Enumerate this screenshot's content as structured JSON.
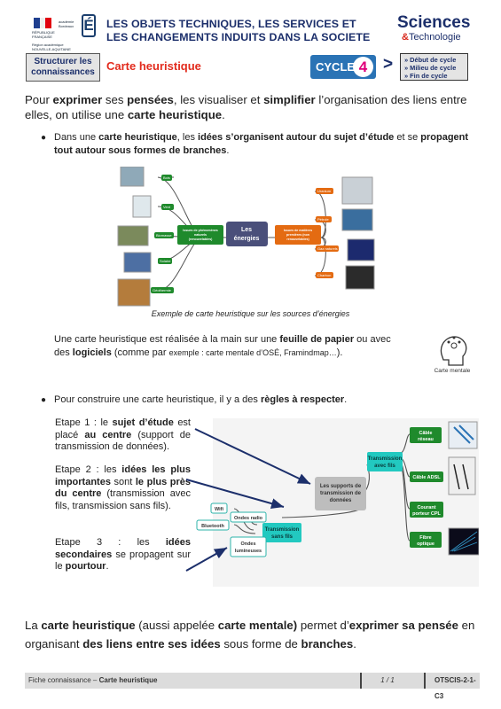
{
  "header": {
    "republic_lines": [
      "RÉPUBLIQUE",
      "FRANÇAISE"
    ],
    "academy_lines": [
      "académie",
      "Bordeaux"
    ],
    "region_lines": [
      "Région académique",
      "NOUVELLE-AQUITAINE"
    ],
    "title_line1": "LES OBJETS TECHNIQUES, LES SERVICES ET",
    "title_line2": "LES CHANGEMENTS INDUITS DANS LA SOCIETE",
    "brand_line1": "Sciences",
    "brand_amp": "&",
    "brand_line2": "Technologie"
  },
  "subheader": {
    "section_line1": "Structurer les",
    "section_line2": "connaissances",
    "heading": "Carte heuristique",
    "cycle_label": "CYCLE",
    "cycle_number": "4",
    "arrow": ">",
    "cycle_items": [
      "» Début de cycle",
      "» Milieu de cycle",
      "» Fin de cycle"
    ]
  },
  "intro": {
    "t1": "Pour ",
    "b1": "exprimer",
    "t2": " ses ",
    "b2": "pensées",
    "t3": ", les visualiser et ",
    "b3": "simplifier",
    "t4": " l’organisation des liens entre elles, on utilise une ",
    "b4": "carte heuristique",
    "t5": "."
  },
  "bullet1": {
    "t1": "Dans une ",
    "b1": "carte heuristique",
    "t2": ", les ",
    "b2": "idées s’organisent autour du sujet d’étude",
    "t3": " et se ",
    "b3": "propagent tout autour sous formes de branches",
    "t4": "."
  },
  "map1": {
    "center": [
      "Les",
      "énergies"
    ],
    "left_hub": [
      "Issues de phénomènes",
      "naturels",
      "(renouvelables)"
    ],
    "right_hub": [
      "Issues de matières",
      "premières (non",
      "renouvelables)"
    ],
    "left_leaves": [
      "Bois",
      "Vent",
      "Biomasse",
      "Solaire",
      "Géothermie"
    ],
    "right_leaves": [
      "Uranium",
      "Pétrole",
      "Gaz naturels",
      "Charbon"
    ]
  },
  "caption": "Exemple de carte heuristique sur les sources d’énergies",
  "para2": {
    "t1": "Une carte heuristique est réalisée à la main sur une ",
    "b1": "feuille de papier",
    "t2": " ou avec des ",
    "b2": "logiciels",
    "t3": " (comme par ",
    "s1": "exemple : carte mentale d’OSÉ, Framindmap…",
    "t4": ").",
    "icon_label": "Carte mentale"
  },
  "bullet2": {
    "t1": "Pour construire une carte heuristique, il y a des ",
    "b1": "règles à respecter",
    "t2": "."
  },
  "steps": {
    "s1_t1": "Etape 1 : le ",
    "s1_b1": "sujet d’étude",
    "s1_t2": " est placé ",
    "s1_b2": "au centre",
    "s1_t3": " (support de transmission de données).",
    "s2_t1": "Etape 2 : les ",
    "s2_b1": "idées les plus importantes",
    "s2_t2": " sont ",
    "s2_b2": "le plus près du centre",
    "s2_t3": " (transmission avec fils, transmission sans fils).",
    "s3_t1": "Etape 3 : les ",
    "s3_b1": "idées secondaires",
    "s3_t2": " se propagent sur le ",
    "s3_b2": "pourtour",
    "s3_t3": "."
  },
  "map2": {
    "center": [
      "Les supports de",
      "transmission de",
      "données"
    ],
    "wired_hub": [
      "Transmission",
      "avec fils"
    ],
    "wireless_hub": [
      "Transmission",
      "sans fils"
    ],
    "wired_leaves": [
      [
        "Câble",
        "réseau"
      ],
      [
        "Câble ADSL"
      ],
      [
        "Courant",
        "porteur CPL"
      ],
      [
        "Fibre",
        "optique"
      ]
    ],
    "wireless_leaves": [
      [
        "Wifi"
      ],
      [
        "Ondes radio"
      ],
      [
        "Bluetooth"
      ],
      [
        "Ondes",
        "lumineuses"
      ]
    ]
  },
  "bottom": {
    "t1": "La ",
    "b1": "carte heuristique",
    "t2": " (aussi appelée ",
    "b2": "carte mentale)",
    "t3": " permet d’",
    "b3": "exprimer sa pensée",
    "t4": " en organisant ",
    "b4": "des liens entre ses idées",
    "t5": " sous forme de ",
    "b5": "branches",
    "t6": "."
  },
  "footer": {
    "left": "Fiche connaissance – ",
    "left_bold": "Carte heuristique",
    "page": "1 / 1",
    "code": "OTSCIS-2-1-C3"
  },
  "colors": {
    "navy": "#1c2f6b",
    "red": "#e22b1d",
    "cycle_blue": "#2a73b5",
    "green_node": "#1f8a2c",
    "orange_node": "#e46b12",
    "cyan_node": "#22c9c0"
  }
}
